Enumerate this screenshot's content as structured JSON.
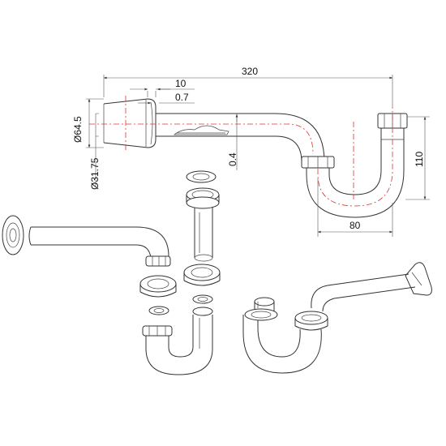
{
  "dimensions": {
    "overall_length": "320",
    "offset_10": "10",
    "offset_07": "0.7",
    "flange_diameter": "Ø64.5",
    "pipe_diameter": "Ø31.75",
    "wall_04": "0.4",
    "height_110": "110",
    "width_80": "80"
  },
  "colors": {
    "centerline": "#e03030",
    "line": "#333333"
  }
}
